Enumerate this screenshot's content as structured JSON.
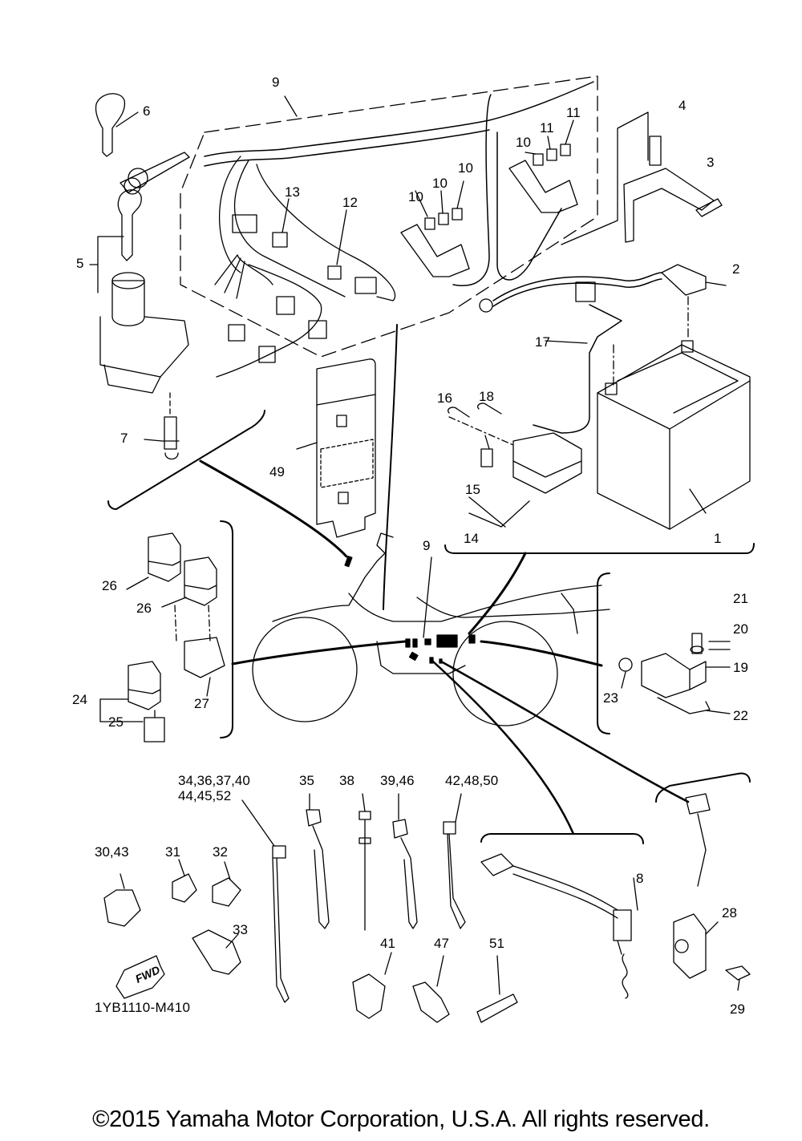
{
  "diagram": {
    "title": "Electrical parts exploded view",
    "drawing_code": "1YB1110-M410",
    "fwd_arrow_label": "FWD",
    "copyright": "©2015 Yamaha Motor Corporation, U.S.A. All rights reserved.",
    "callouts": {
      "p1": "1",
      "p2": "2",
      "p3": "3",
      "p4": "4",
      "p5": "5",
      "p6": "6",
      "p7": "7",
      "p8": "8",
      "p9a": "9",
      "p9b": "9",
      "p10a": "10",
      "p10b": "10",
      "p10c": "10",
      "p10d": "10",
      "p11a": "11",
      "p11b": "11",
      "p12": "12",
      "p13": "13",
      "p14": "14",
      "p15": "15",
      "p16": "16",
      "p17": "17",
      "p18": "18",
      "p19": "19",
      "p20": "20",
      "p21": "21",
      "p22": "22",
      "p23": "23",
      "p24": "24",
      "p25": "25",
      "p26a": "26",
      "p26b": "26",
      "p27": "27",
      "p28": "28",
      "p29": "29",
      "p30_43": "30,43",
      "p31": "31",
      "p32": "32",
      "p33": "33",
      "p34_line1": "34,36,37,40",
      "p34_line2": "44,45,52",
      "p35": "35",
      "p38": "38",
      "p39_46": "39,46",
      "p41": "41",
      "p42_48_50": "42,48,50",
      "p47": "47",
      "p49": "49",
      "p51": "51"
    }
  }
}
